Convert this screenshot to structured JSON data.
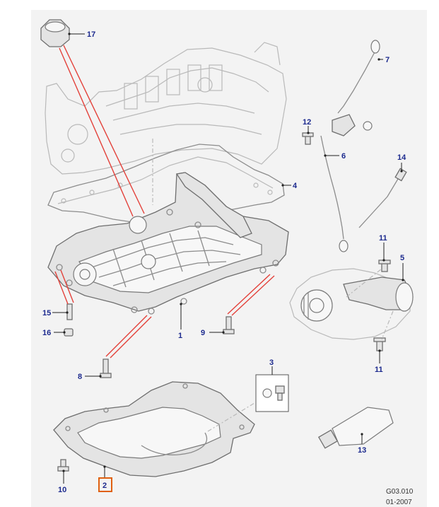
{
  "callouts": {
    "c1": "1",
    "c2": "2",
    "c3": "3",
    "c4": "4",
    "c5": "5",
    "c6": "6",
    "c7": "7",
    "c8": "8",
    "c9": "9",
    "c10": "10",
    "c11a": "11",
    "c11b": "11",
    "c12": "12",
    "c13": "13",
    "c14": "14",
    "c15": "15",
    "c16": "16",
    "c17": "17"
  },
  "reference": {
    "code": "G03.010",
    "date": "01-2007"
  },
  "highlighted_callout": "2",
  "colors": {
    "callout_text": "#1c2a8e",
    "highlight_box": "#e06010",
    "red_leaders": "#e3413a"
  }
}
